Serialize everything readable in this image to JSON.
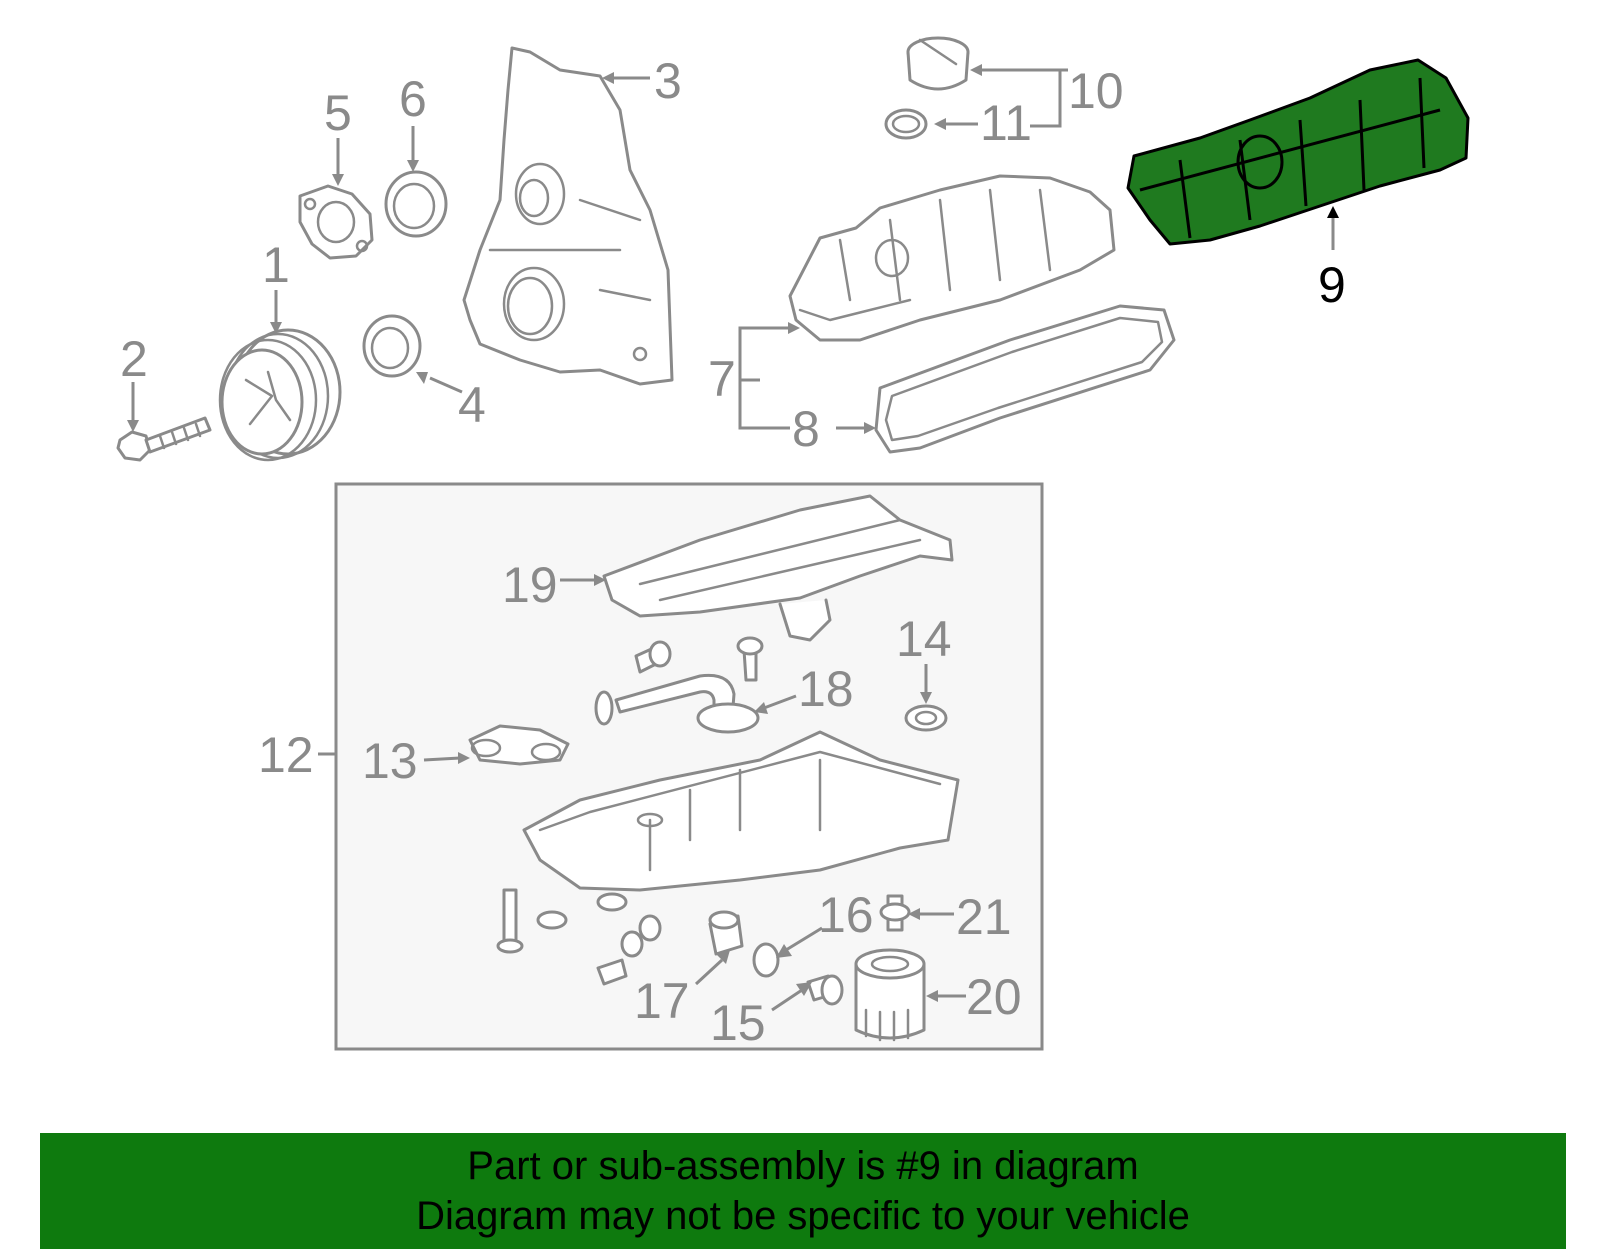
{
  "diagram": {
    "highlighted_callout": "9",
    "highlight_color": "#1f7a1f",
    "line_color": "#8a8a8a",
    "callouts": {
      "c1": "1",
      "c2": "2",
      "c3": "3",
      "c4": "4",
      "c5": "5",
      "c6": "6",
      "c7": "7",
      "c8": "8",
      "c9": "9",
      "c10": "10",
      "c11": "11",
      "c12": "12",
      "c13": "13",
      "c14": "14",
      "c15": "15",
      "c16": "16",
      "c17": "17",
      "c18": "18",
      "c19": "19",
      "c20": "20",
      "c21": "21"
    }
  },
  "footer": {
    "line1": "Part or sub-assembly is #9 in diagram",
    "line2": "Diagram may not be specific to your vehicle",
    "background": "#0e7a0e"
  }
}
